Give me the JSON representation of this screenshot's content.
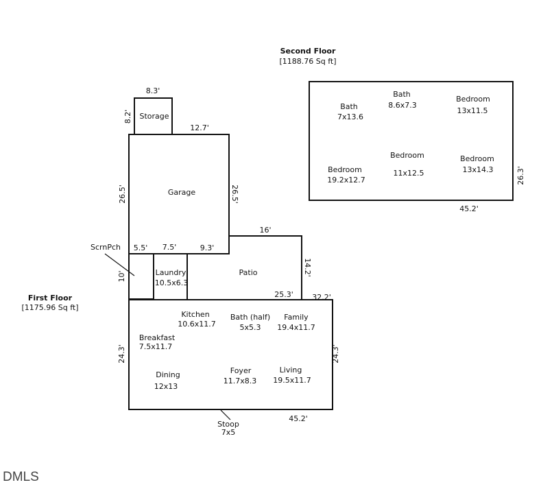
{
  "second_floor": {
    "title": "Second Floor",
    "area": "[1188.76 Sq ft]",
    "rooms": [
      {
        "name": "Bath",
        "size": "7x13.6"
      },
      {
        "name": "Bath",
        "size": "8.6x7.3"
      },
      {
        "name": "Bedroom",
        "size": "13x11.5"
      },
      {
        "name": "Bedroom",
        "size": "19.2x12.7"
      },
      {
        "name": "Bedroom",
        "size": "11x12.5"
      },
      {
        "name": "Bedroom",
        "size": "13x14.3"
      }
    ],
    "dims": [
      "26.3'",
      "45.2'"
    ]
  },
  "first_floor": {
    "title": "First Floor",
    "area": "[1175.96 Sq ft]",
    "rooms": [
      {
        "name": "Storage"
      },
      {
        "name": "Garage"
      },
      {
        "name": "ScrnPch"
      },
      {
        "name": "Laundry",
        "size": "10.5x6.3"
      },
      {
        "name": "Patio"
      },
      {
        "name": "Kitchen",
        "size": "10.6x11.7"
      },
      {
        "name": "Bath (half)",
        "size": "5x5.3"
      },
      {
        "name": "Family",
        "size": "19.4x11.7"
      },
      {
        "name": "Breakfast",
        "size": "7.5x11.7"
      },
      {
        "name": "Dining",
        "size": "12x13"
      },
      {
        "name": "Foyer",
        "size": "11.7x8.3"
      },
      {
        "name": "Living",
        "size": "19.5x11.7"
      },
      {
        "name": "Stoop",
        "size": "7x5"
      }
    ],
    "dims": [
      "8.3'",
      "8.2'",
      "12.7'",
      "26.5'",
      "26.5'",
      "5.5'",
      "7.5'",
      "9.3'",
      "16'",
      "10'",
      "14.2'",
      "25.3'",
      "32.2'",
      "24.3'",
      "24.3'",
      "45.2'"
    ]
  },
  "watermark": "DMLS"
}
